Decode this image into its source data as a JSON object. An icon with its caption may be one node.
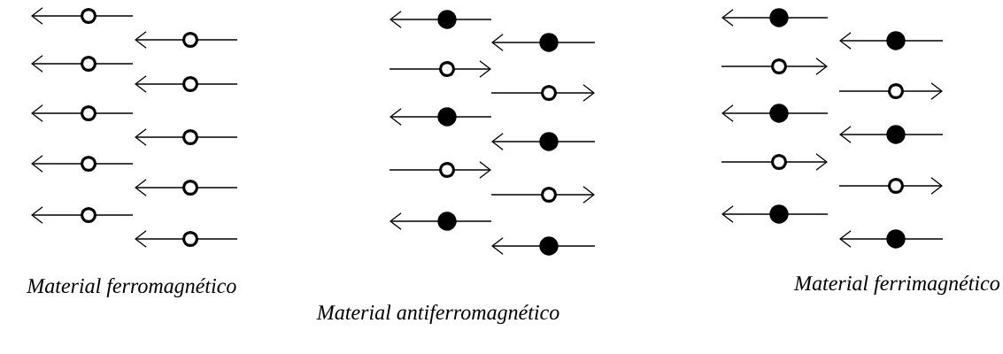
{
  "diagram": {
    "labels": [
      "Material ferromagnético",
      "Material antiferromagnético",
      "Material ferrimagnético"
    ]
  }
}
